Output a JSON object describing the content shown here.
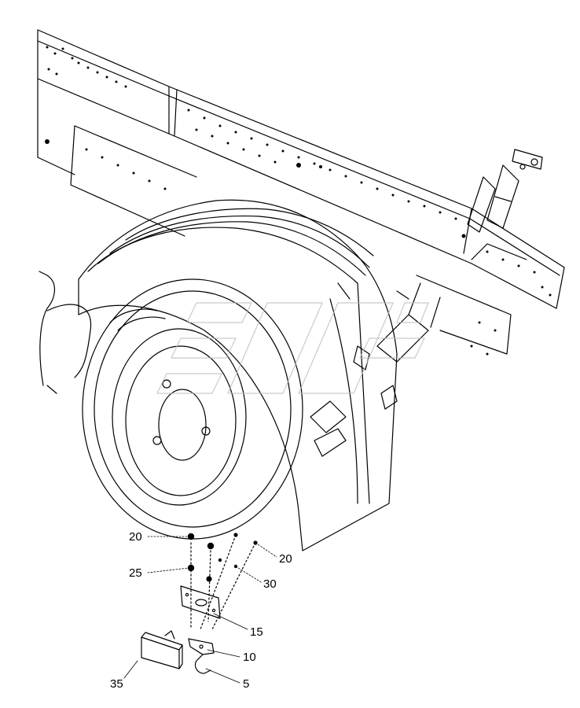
{
  "diagram": {
    "type": "exploded-parts-view",
    "subject": "rear fender / mudguard mount with reflector and frame rail",
    "colors": {
      "line": "#000000",
      "background": "#ffffff",
      "watermark": "#bdbdbd"
    },
    "callouts": {
      "c20_left": "20",
      "c25": "25",
      "c20_right": "20",
      "c30": "30",
      "c15": "15",
      "c10": "10",
      "c5": "5",
      "c35": "35"
    }
  }
}
